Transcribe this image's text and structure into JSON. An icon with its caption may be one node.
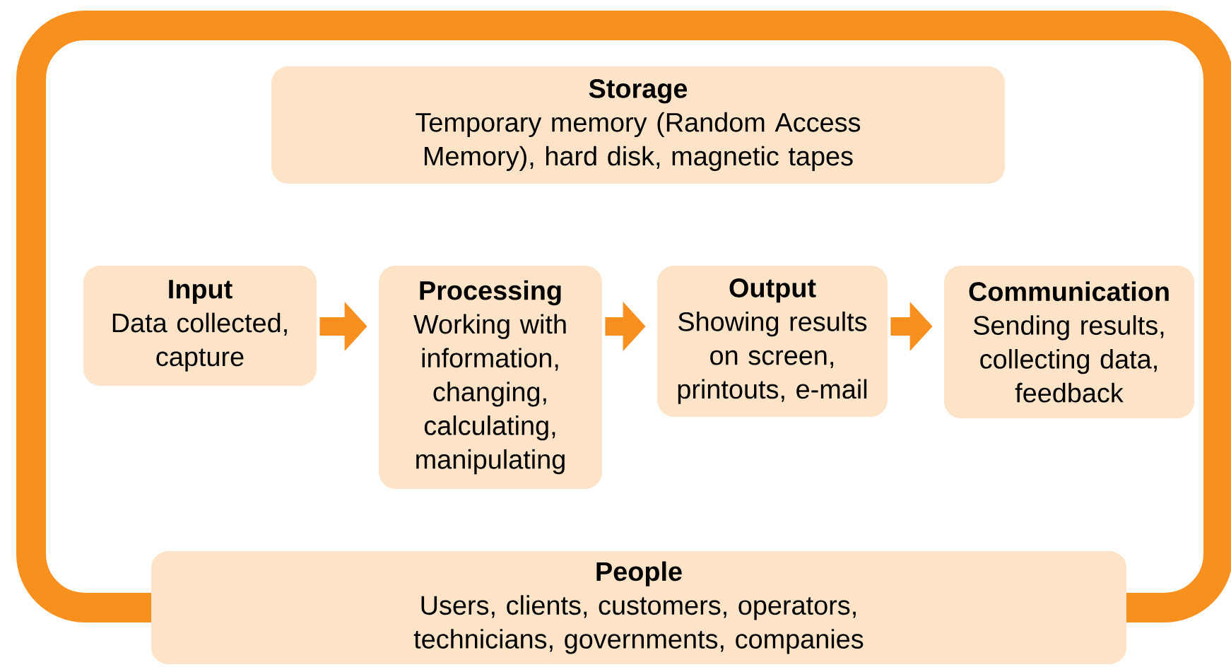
{
  "diagram": {
    "nodes": [
      {
        "text": [
          "Storage",
          "Temporary memory (Random Access Memory), hard disk, magnetic tapes"
        ]
      },
      {
        "text": [
          "Input",
          "Data collected, capture"
        ]
      },
      {
        "text": [
          "Processing",
          "Working with information, changing, calculating, manipulating"
        ]
      },
      {
        "text": [
          "Output",
          "Showing results on screen, printouts, e-mail"
        ]
      },
      {
        "text": [
          "Communication",
          "Sending results, collecting data, feedback"
        ]
      },
      {
        "text": [
          "People",
          "Users, clients, customers, operators, technicians, governments, companies"
        ]
      }
    ],
    "edges": [
      {
        "from": 1,
        "to": 2,
        "arrow": "to"
      },
      {
        "from": 2,
        "to": 3,
        "arrow": "to"
      },
      {
        "from": 3,
        "to": 4,
        "arrow": "to"
      }
    ]
  }
}
